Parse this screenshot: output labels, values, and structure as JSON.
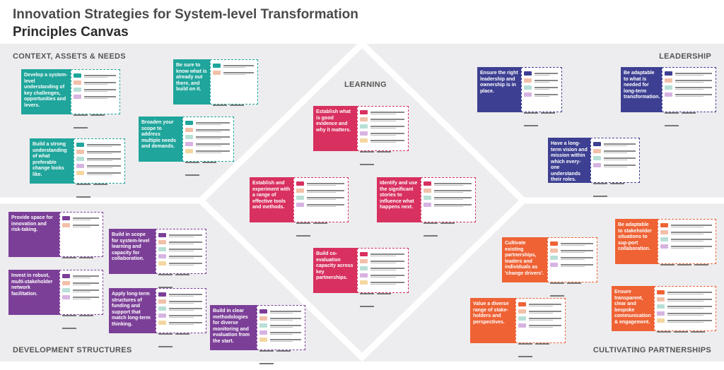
{
  "header": {
    "title": "Innovation Strategies for System-level Transformation",
    "subtitle": "Principles Canvas"
  },
  "quadrants": {
    "context": "CONTEXT, ASSETS & NEEDS",
    "leadership": "LEADERSHIP",
    "learning": "LEARNING",
    "development": "DEVELOPMENT STRUCTURES",
    "partnerships": "CULTIVATING PARTNERSHIPS"
  },
  "colors": {
    "teal": "#1fa59b",
    "navy": "#3d3f92",
    "magenta": "#d8305f",
    "purple": "#7c3f98",
    "orange": "#ef6234",
    "panel": "#ededef"
  },
  "cards": [
    {
      "id": "c1",
      "group": "teal",
      "title": "Develop a system-level understanding of key challenges, opportunities and levers."
    },
    {
      "id": "c2",
      "group": "teal",
      "title": "Be sure to know what is already out there, and build on it."
    },
    {
      "id": "c3",
      "group": "teal",
      "title": "Broaden your scope to address multiple needs and demands."
    },
    {
      "id": "c4",
      "group": "teal",
      "title": "Build a strong understanding of what preferable change looks like."
    },
    {
      "id": "c5",
      "group": "navy",
      "title": "Ensure the right leadership and ownership is in place."
    },
    {
      "id": "c6",
      "group": "navy",
      "title": "Be adaptable to what is needed for long-term transformation."
    },
    {
      "id": "c7",
      "group": "navy",
      "title": "Have a long-term vision and mission within which every-one understands their roles."
    },
    {
      "id": "c8",
      "group": "magenta",
      "title": "Establish what is good evidence and why it matters."
    },
    {
      "id": "c9",
      "group": "magenta",
      "title": "Establish and experiment with a range of effective tools and methods."
    },
    {
      "id": "c10",
      "group": "magenta",
      "title": "Identify and use the significant stories to influence what happens next."
    },
    {
      "id": "c11",
      "group": "magenta",
      "title": "Build co-evaluation capacity across key partnerships."
    },
    {
      "id": "c12",
      "group": "purple",
      "title": "Provide space for innovation and risk-taking."
    },
    {
      "id": "c13",
      "group": "purple",
      "title": "Build in scope for system-level learning and capacity for collaboration."
    },
    {
      "id": "c14",
      "group": "purple",
      "title": "Invest in robust, multi-stakeholder network facilitation."
    },
    {
      "id": "c15",
      "group": "purple",
      "title": "Apply long-term structures of funding and support that match long-term thinking."
    },
    {
      "id": "c16",
      "group": "purple",
      "title": "Build in clear methodologies for diverse monitoring and evaluation from the start."
    },
    {
      "id": "c17",
      "group": "orange",
      "title": "Be adaptable to stakeholder situations to sup-port collaboration."
    },
    {
      "id": "c18",
      "group": "orange",
      "title": "Cultivate existing partnerships, leaders and individuals as 'change drivers'."
    },
    {
      "id": "c19",
      "group": "orange",
      "title": "Value a diverse range of stake-holders and perspectives."
    },
    {
      "id": "c20",
      "group": "orange",
      "title": "Ensure transparent, clear and bespoke communication & engagement."
    }
  ]
}
